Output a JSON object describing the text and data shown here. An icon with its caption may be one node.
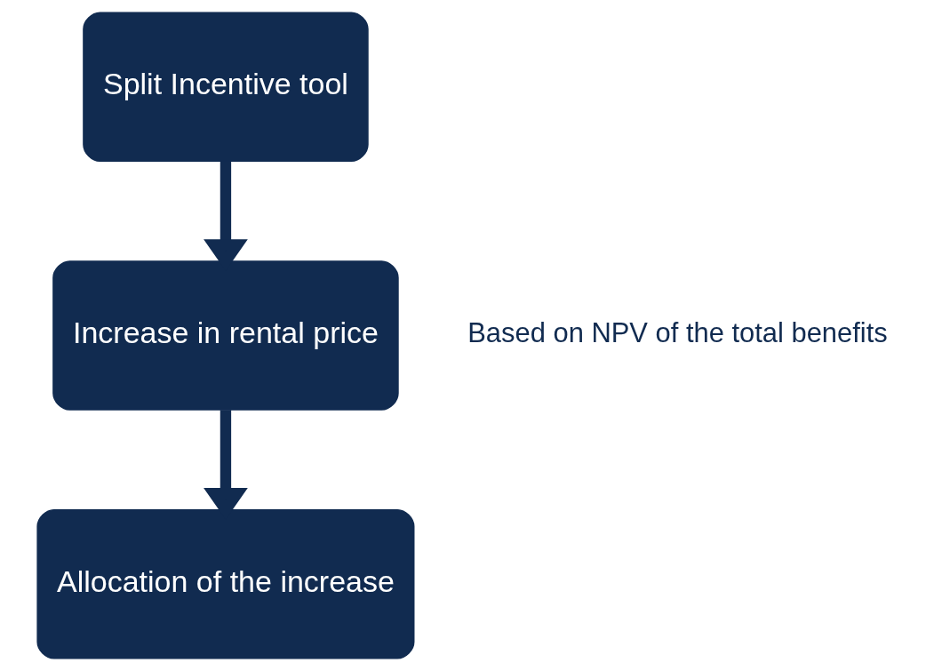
{
  "diagram": {
    "nodes": [
      {
        "text": [
          "Split Incentive tool"
        ]
      },
      {
        "text": [
          "Increase in rental price"
        ],
        "beside": [
          "Based on NPV of the total benefits"
        ]
      },
      {
        "text": [
          "Allocation of the increase"
        ]
      }
    ],
    "edges": [
      {
        "from": 0,
        "to": 1,
        "arrow": "to"
      },
      {
        "from": 1,
        "to": 2,
        "arrow": "to"
      }
    ]
  }
}
